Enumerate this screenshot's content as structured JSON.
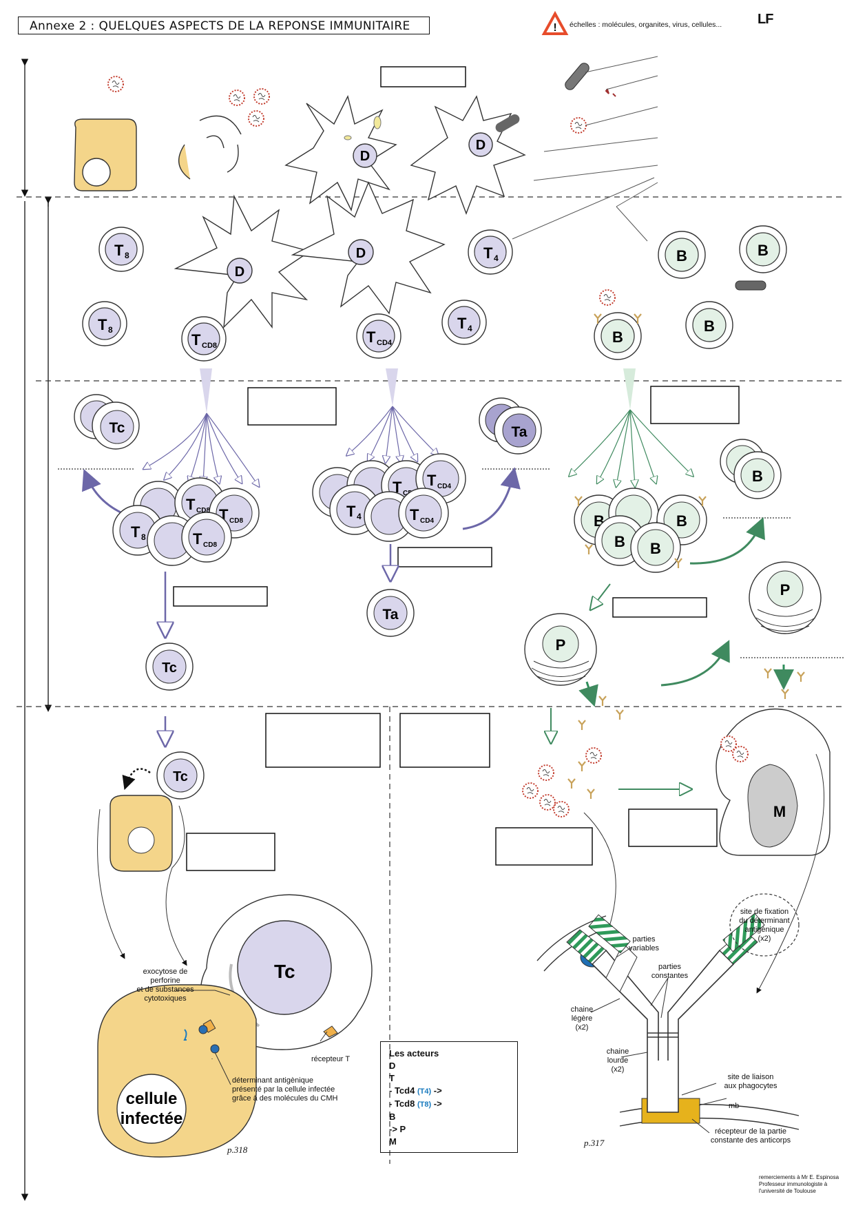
{
  "header": {
    "title": "Annexe 2 : QUELQUES ASPECTS DE LA REPONSE IMMUNITAIRE",
    "warning_text": "échelles : molécules, organites, virus, cellules...",
    "logo_text": "LF"
  },
  "cells": {
    "D": "D",
    "T": "T",
    "T8_sub": "8",
    "T4_sub": "4",
    "Tcd8_sub": "CD8",
    "Tcd4_sub": "CD4",
    "B": "B",
    "Tc": "Tc",
    "Ta": "Ta",
    "P": "P",
    "M": "M"
  },
  "labels": {
    "exocytose": "exocytose de\nperforine\net de substances\ncytotoxiques",
    "recepteur_T": "récepteur T",
    "determinant": "déterminant antigènique\nprésenté par la cellule infectée\ngrâce à des molécules du CMH",
    "cellule_infectee_1": "cellule",
    "cellule_infectee_2": "infectée",
    "parties_variables": "parties\nvariables",
    "parties_constantes": "parties\nconstantes",
    "site_fixation": "site de fixation\ndu déterminant\nantigènique\n(x2)",
    "chaine_legere": "chaine\nlégère\n(x2)",
    "chaine_lourde": "chaine\nlourde\n(x2)",
    "site_liaison": "site de liaison\naux phagocytes",
    "mb": "mb",
    "recepteur_partie": "récepteur de la partie\nconstante des anticorps"
  },
  "actors": {
    "title": "Les acteurs",
    "lines": [
      "D",
      "T"
    ],
    "tcd4": "- Tcd4",
    "tcd4_sub": "(T4)",
    "tcd8": "- Tcd8",
    "tcd8_sub": "(T8)",
    "arrow": "->",
    "b": "B",
    "p": "-> P",
    "m": "M"
  },
  "page_refs": {
    "left": "p.318",
    "right": "p.317"
  },
  "credits": "remerciements à Mr E. Espinosa\nProfesseur immunologiste à\nl'université de Toulouse",
  "colors": {
    "infected_cell": "#f4d58a",
    "t_cell": "#d9d6ec",
    "t_dark": "#a8a3cf",
    "b_cell": "#e3f1e6",
    "arrow_purple": "#6c67a8",
    "arrow_green": "#3f8a5f",
    "antibody": "#c8a25a",
    "receptor_green": "#2f8f5b",
    "warning": "#e74c2b"
  }
}
